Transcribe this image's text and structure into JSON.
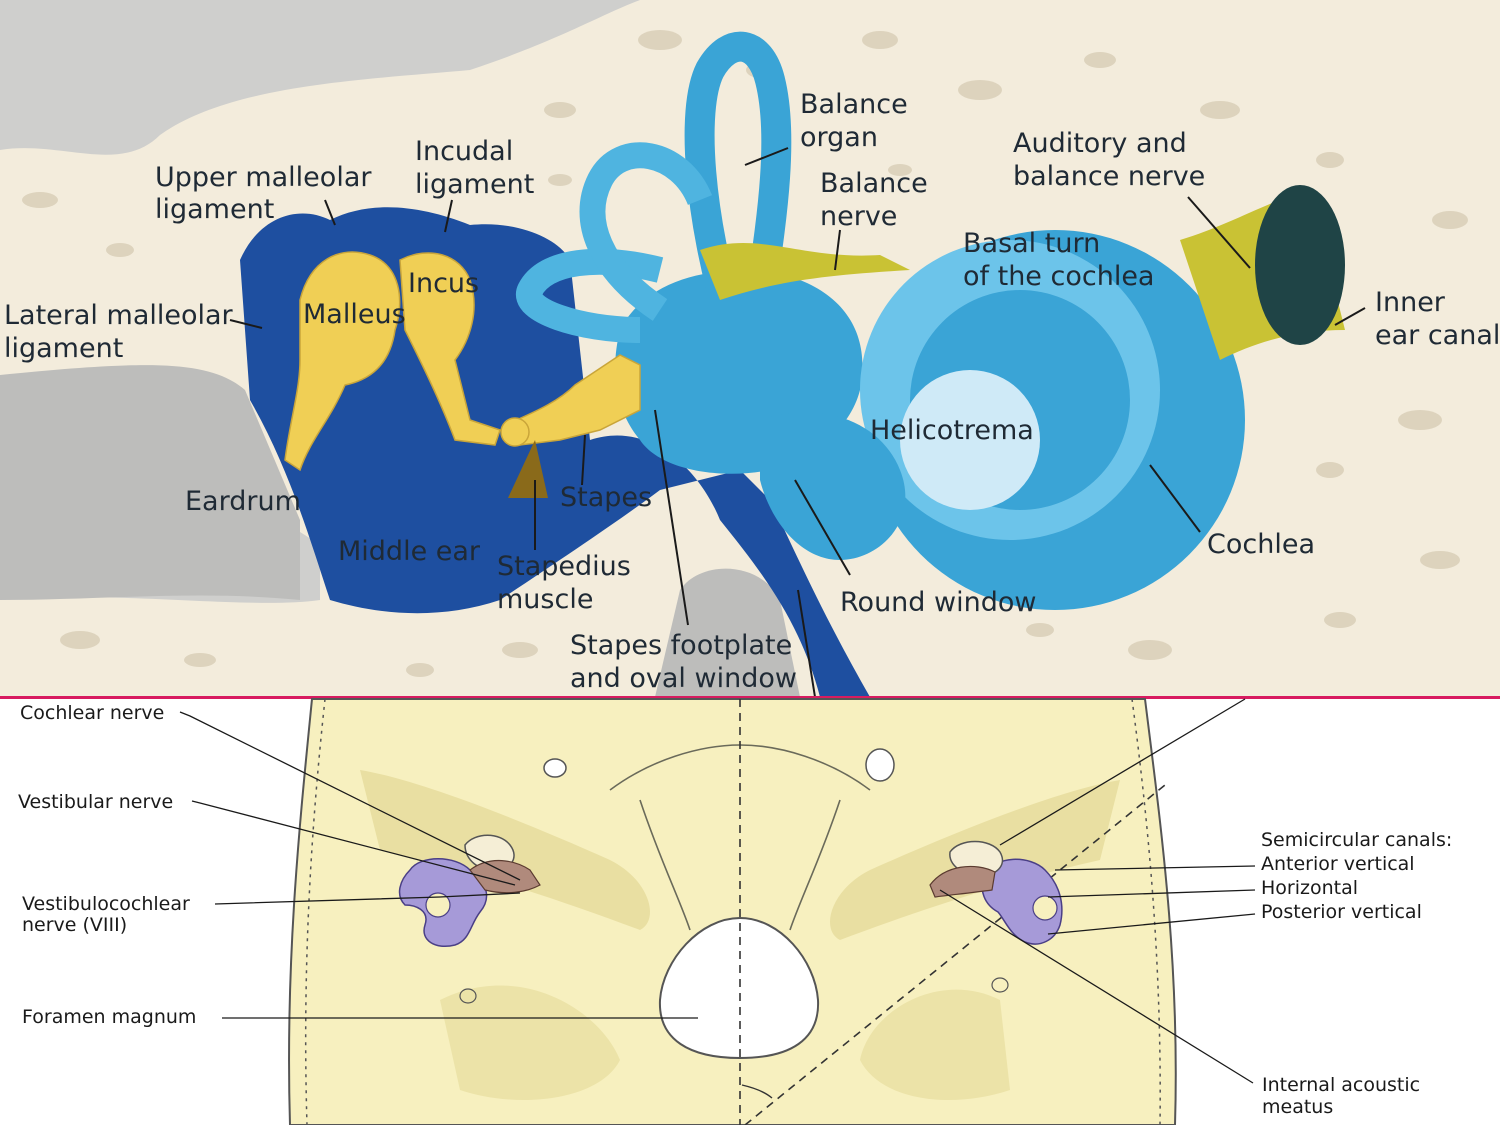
{
  "top_panel": {
    "labels": {
      "upper_malleolar": [
        "Upper malleolar",
        "ligament"
      ],
      "incudal": [
        "Incudal",
        "ligament"
      ],
      "balance_organ": [
        "Balance",
        "organ"
      ],
      "balance_nerve": [
        "Balance",
        "nerve"
      ],
      "auditory_balance_nerve": [
        "Auditory and",
        "balance nerve"
      ],
      "basal_turn": [
        "Basal turn",
        "of the cochlea"
      ],
      "inner_ear_canal": [
        "Inner",
        "ear canal"
      ],
      "lateral_malleolar": [
        "Lateral malleolar",
        "ligament"
      ],
      "malleus": "Malleus",
      "incus": "Incus",
      "helicotrema": "Helicotrema",
      "eardrum": "Eardrum",
      "stapes": "Stapes",
      "middle_ear": "Middle ear",
      "stapedius_muscle": [
        "Stapedius",
        "muscle"
      ],
      "round_window": "Round window",
      "cochlea": "Cochlea",
      "stapes_footplate": [
        "Stapes footplate",
        "and oval window"
      ]
    },
    "colors": {
      "bone": "#f3ecdc",
      "bone_pore": "#ddd3bd",
      "inner_ear": "#3aa4d6",
      "cavity": "#1e4fa0",
      "ossicle": "#f0cf55",
      "nerve": "#c9c234"
    }
  },
  "divider_color": "#d81b60",
  "bottom_panel": {
    "labels": {
      "cochlear_nerve": "Cochlear nerve",
      "vestibular_nerve": "Vestibular nerve",
      "vestibulocochlear_nerve": [
        "Vestibulocochlear",
        "nerve (VIII)"
      ],
      "foramen_magnum": "Foramen magnum",
      "semicircular_title": "Semicircular canals:",
      "anterior_vertical": "Anterior vertical",
      "horizontal": "Horizontal",
      "posterior_vertical": "Posterior vertical",
      "internal_acoustic_meatus": [
        "Internal acoustic",
        "meatus"
      ]
    },
    "colors": {
      "skull": "#f7f0bf",
      "labyrinth": "#a69ad8",
      "nerve_bundle": "#b08a7c"
    }
  }
}
